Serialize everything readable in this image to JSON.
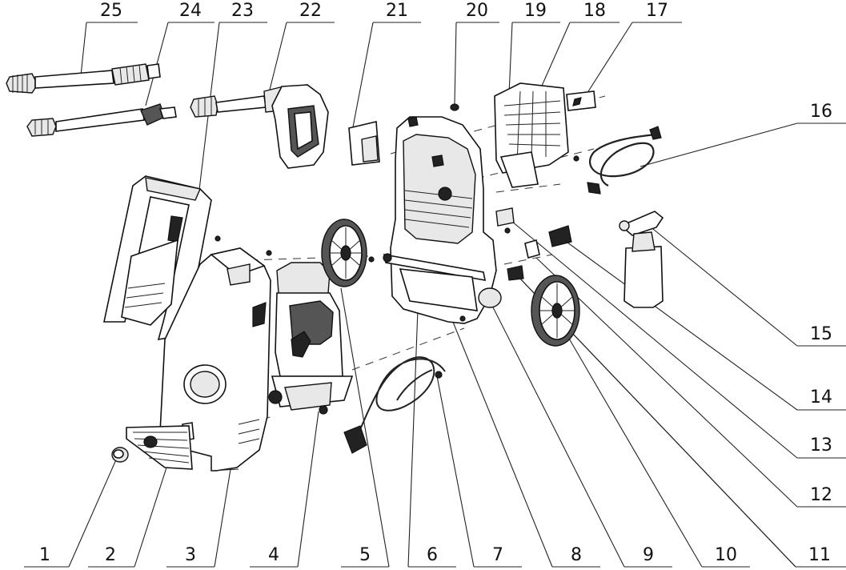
{
  "diagram": {
    "type": "exploded-parts-view",
    "callouts_top": [
      "25",
      "24",
      "23",
      "22",
      "21",
      "20",
      "19",
      "18",
      "17"
    ],
    "callouts_right": [
      "16",
      "15",
      "14",
      "13",
      "12",
      "11"
    ],
    "callouts_bottom": [
      "1",
      "2",
      "3",
      "4",
      "5",
      "6",
      "7",
      "8",
      "9",
      "10",
      "11"
    ]
  }
}
